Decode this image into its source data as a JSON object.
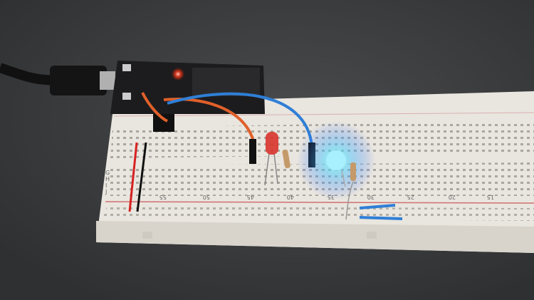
{
  "photo": {
    "subject": "breadboard",
    "colors": {
      "background": "#3b3c3e",
      "breadboard": "#e9e6df",
      "red_led": "#ff3030",
      "blue_led": "#4fd8ff",
      "blue_wire": "#2f7fd6",
      "orange_wire": "#e0602a"
    },
    "row_letters": [
      "G",
      "H",
      "I",
      "J"
    ],
    "column_numbers": [
      "55",
      "50",
      "45",
      "40",
      "35",
      "30",
      "25",
      "20",
      "15"
    ]
  }
}
